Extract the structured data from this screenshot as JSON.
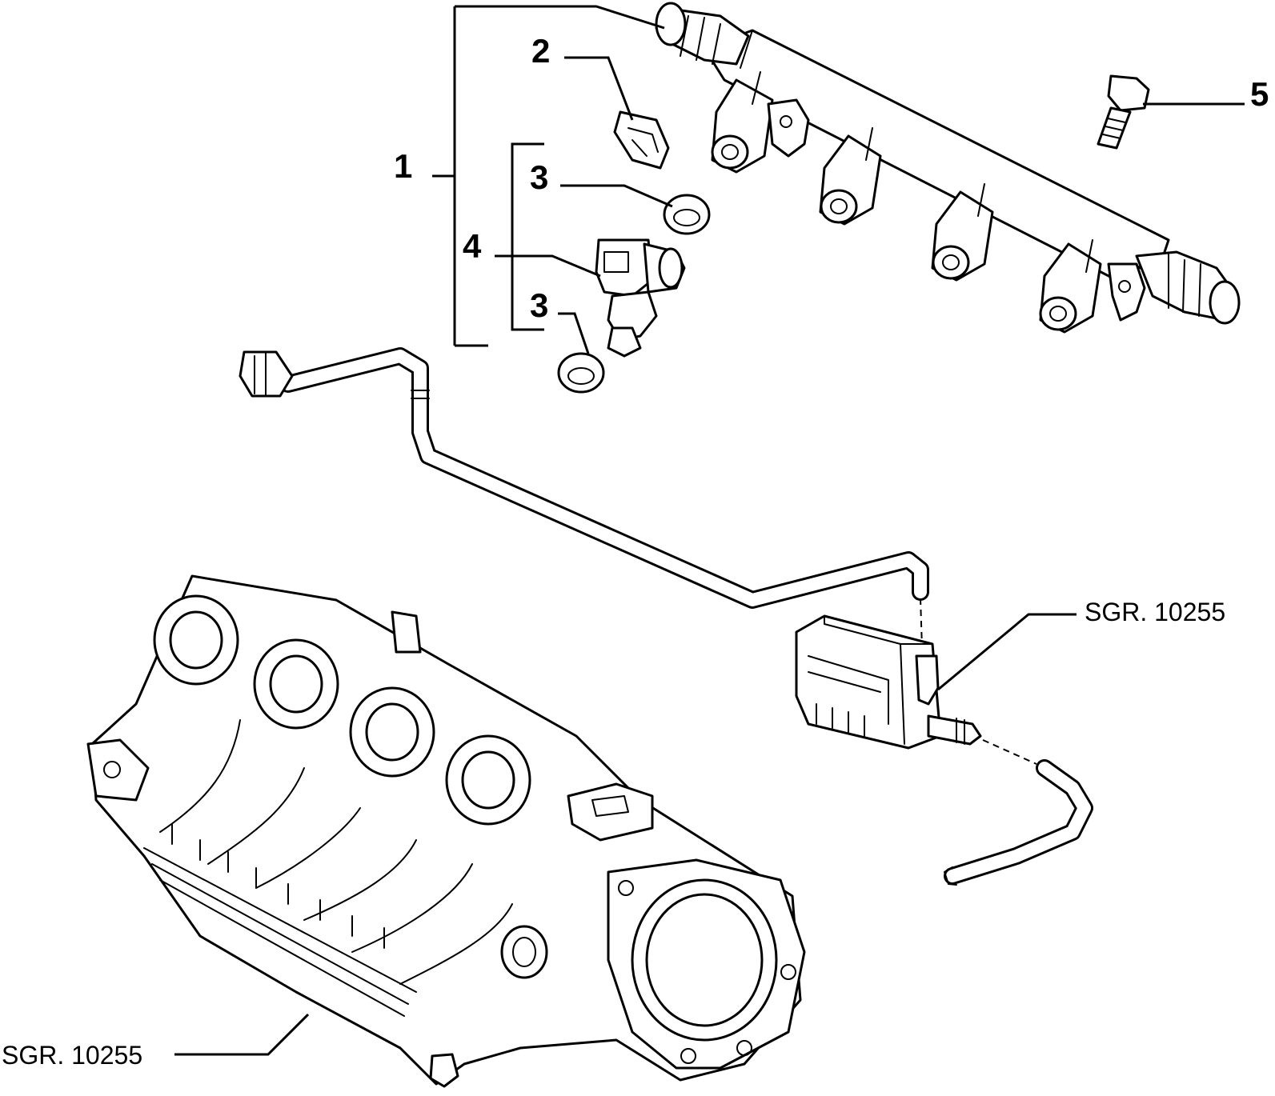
{
  "callouts": {
    "c1": "1",
    "c2": "2",
    "c3a": "3",
    "c3b": "3",
    "c4": "4",
    "c5": "5"
  },
  "references": {
    "solenoid_ref": "SGR. 10255",
    "manifold_ref": "SGR. 10255"
  }
}
